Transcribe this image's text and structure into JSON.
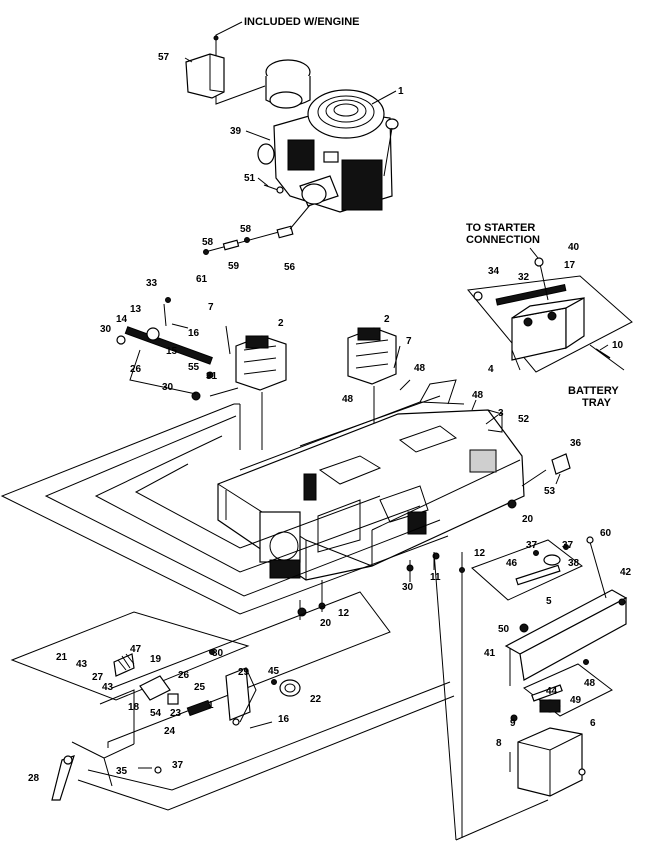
{
  "headers": {
    "included_with_engine": "INCLUDED W/ENGINE",
    "to_starter_line1": "TO STARTER",
    "to_starter_line2": "CONNECTION",
    "battery_line1": "BATTERY",
    "battery_line2": "TRAY"
  },
  "callouts": [
    {
      "id": "c1",
      "text": "1"
    },
    {
      "id": "c57",
      "text": "57"
    },
    {
      "id": "c39",
      "text": "39"
    },
    {
      "id": "c51",
      "text": "51"
    },
    {
      "id": "c58a",
      "text": "58"
    },
    {
      "id": "c58b",
      "text": "58"
    },
    {
      "id": "c61",
      "text": "61"
    },
    {
      "id": "c59",
      "text": "59"
    },
    {
      "id": "c56",
      "text": "56"
    },
    {
      "id": "c40",
      "text": "40"
    },
    {
      "id": "c34",
      "text": "34"
    },
    {
      "id": "c32",
      "text": "32"
    },
    {
      "id": "c17",
      "text": "17"
    },
    {
      "id": "c10",
      "text": "10"
    },
    {
      "id": "c4",
      "text": "4"
    },
    {
      "id": "c33",
      "text": "33"
    },
    {
      "id": "c7a",
      "text": "7"
    },
    {
      "id": "c2a",
      "text": "2"
    },
    {
      "id": "c2b",
      "text": "2"
    },
    {
      "id": "c7b",
      "text": "7"
    },
    {
      "id": "c13",
      "text": "13"
    },
    {
      "id": "c14",
      "text": "14"
    },
    {
      "id": "c30a",
      "text": "30"
    },
    {
      "id": "c16a",
      "text": "16"
    },
    {
      "id": "c15",
      "text": "15"
    },
    {
      "id": "c26a",
      "text": "26"
    },
    {
      "id": "c55",
      "text": "55"
    },
    {
      "id": "c31",
      "text": "31"
    },
    {
      "id": "c30b",
      "text": "30"
    },
    {
      "id": "c48a",
      "text": "48"
    },
    {
      "id": "c48b",
      "text": "48"
    },
    {
      "id": "c48c",
      "text": "48"
    },
    {
      "id": "c3",
      "text": "3"
    },
    {
      "id": "c52",
      "text": "52"
    },
    {
      "id": "c36",
      "text": "36"
    },
    {
      "id": "c53",
      "text": "53"
    },
    {
      "id": "c20a",
      "text": "20"
    },
    {
      "id": "c60",
      "text": "60"
    },
    {
      "id": "c12a",
      "text": "12"
    },
    {
      "id": "c11",
      "text": "11"
    },
    {
      "id": "c30c",
      "text": "30"
    },
    {
      "id": "c37a",
      "text": "37"
    },
    {
      "id": "c37b",
      "text": "37"
    },
    {
      "id": "c46",
      "text": "46"
    },
    {
      "id": "c38",
      "text": "38"
    },
    {
      "id": "c5",
      "text": "5"
    },
    {
      "id": "c42",
      "text": "42"
    },
    {
      "id": "c20b",
      "text": "20"
    },
    {
      "id": "c12b",
      "text": "12"
    },
    {
      "id": "c50",
      "text": "50"
    },
    {
      "id": "c41",
      "text": "41"
    },
    {
      "id": "c48d",
      "text": "48"
    },
    {
      "id": "c44",
      "text": "44"
    },
    {
      "id": "c49",
      "text": "49"
    },
    {
      "id": "c9",
      "text": "9"
    },
    {
      "id": "c8",
      "text": "8"
    },
    {
      "id": "c6",
      "text": "6"
    },
    {
      "id": "c21",
      "text": "21"
    },
    {
      "id": "c47",
      "text": "47"
    },
    {
      "id": "c19",
      "text": "19"
    },
    {
      "id": "c43a",
      "text": "43"
    },
    {
      "id": "c27",
      "text": "27"
    },
    {
      "id": "c43b",
      "text": "43"
    },
    {
      "id": "c30d",
      "text": "30"
    },
    {
      "id": "c29",
      "text": "29"
    },
    {
      "id": "c45",
      "text": "45"
    },
    {
      "id": "c26b",
      "text": "26"
    },
    {
      "id": "c25",
      "text": "25"
    },
    {
      "id": "c1b",
      "text": "1"
    },
    {
      "id": "c22",
      "text": "22"
    },
    {
      "id": "c18",
      "text": "18"
    },
    {
      "id": "c54",
      "text": "54"
    },
    {
      "id": "c23",
      "text": "23"
    },
    {
      "id": "c24",
      "text": "24"
    },
    {
      "id": "c16b",
      "text": "16"
    },
    {
      "id": "c28",
      "text": "28"
    },
    {
      "id": "c35",
      "text": "35"
    },
    {
      "id": "c37c",
      "text": "37"
    }
  ]
}
